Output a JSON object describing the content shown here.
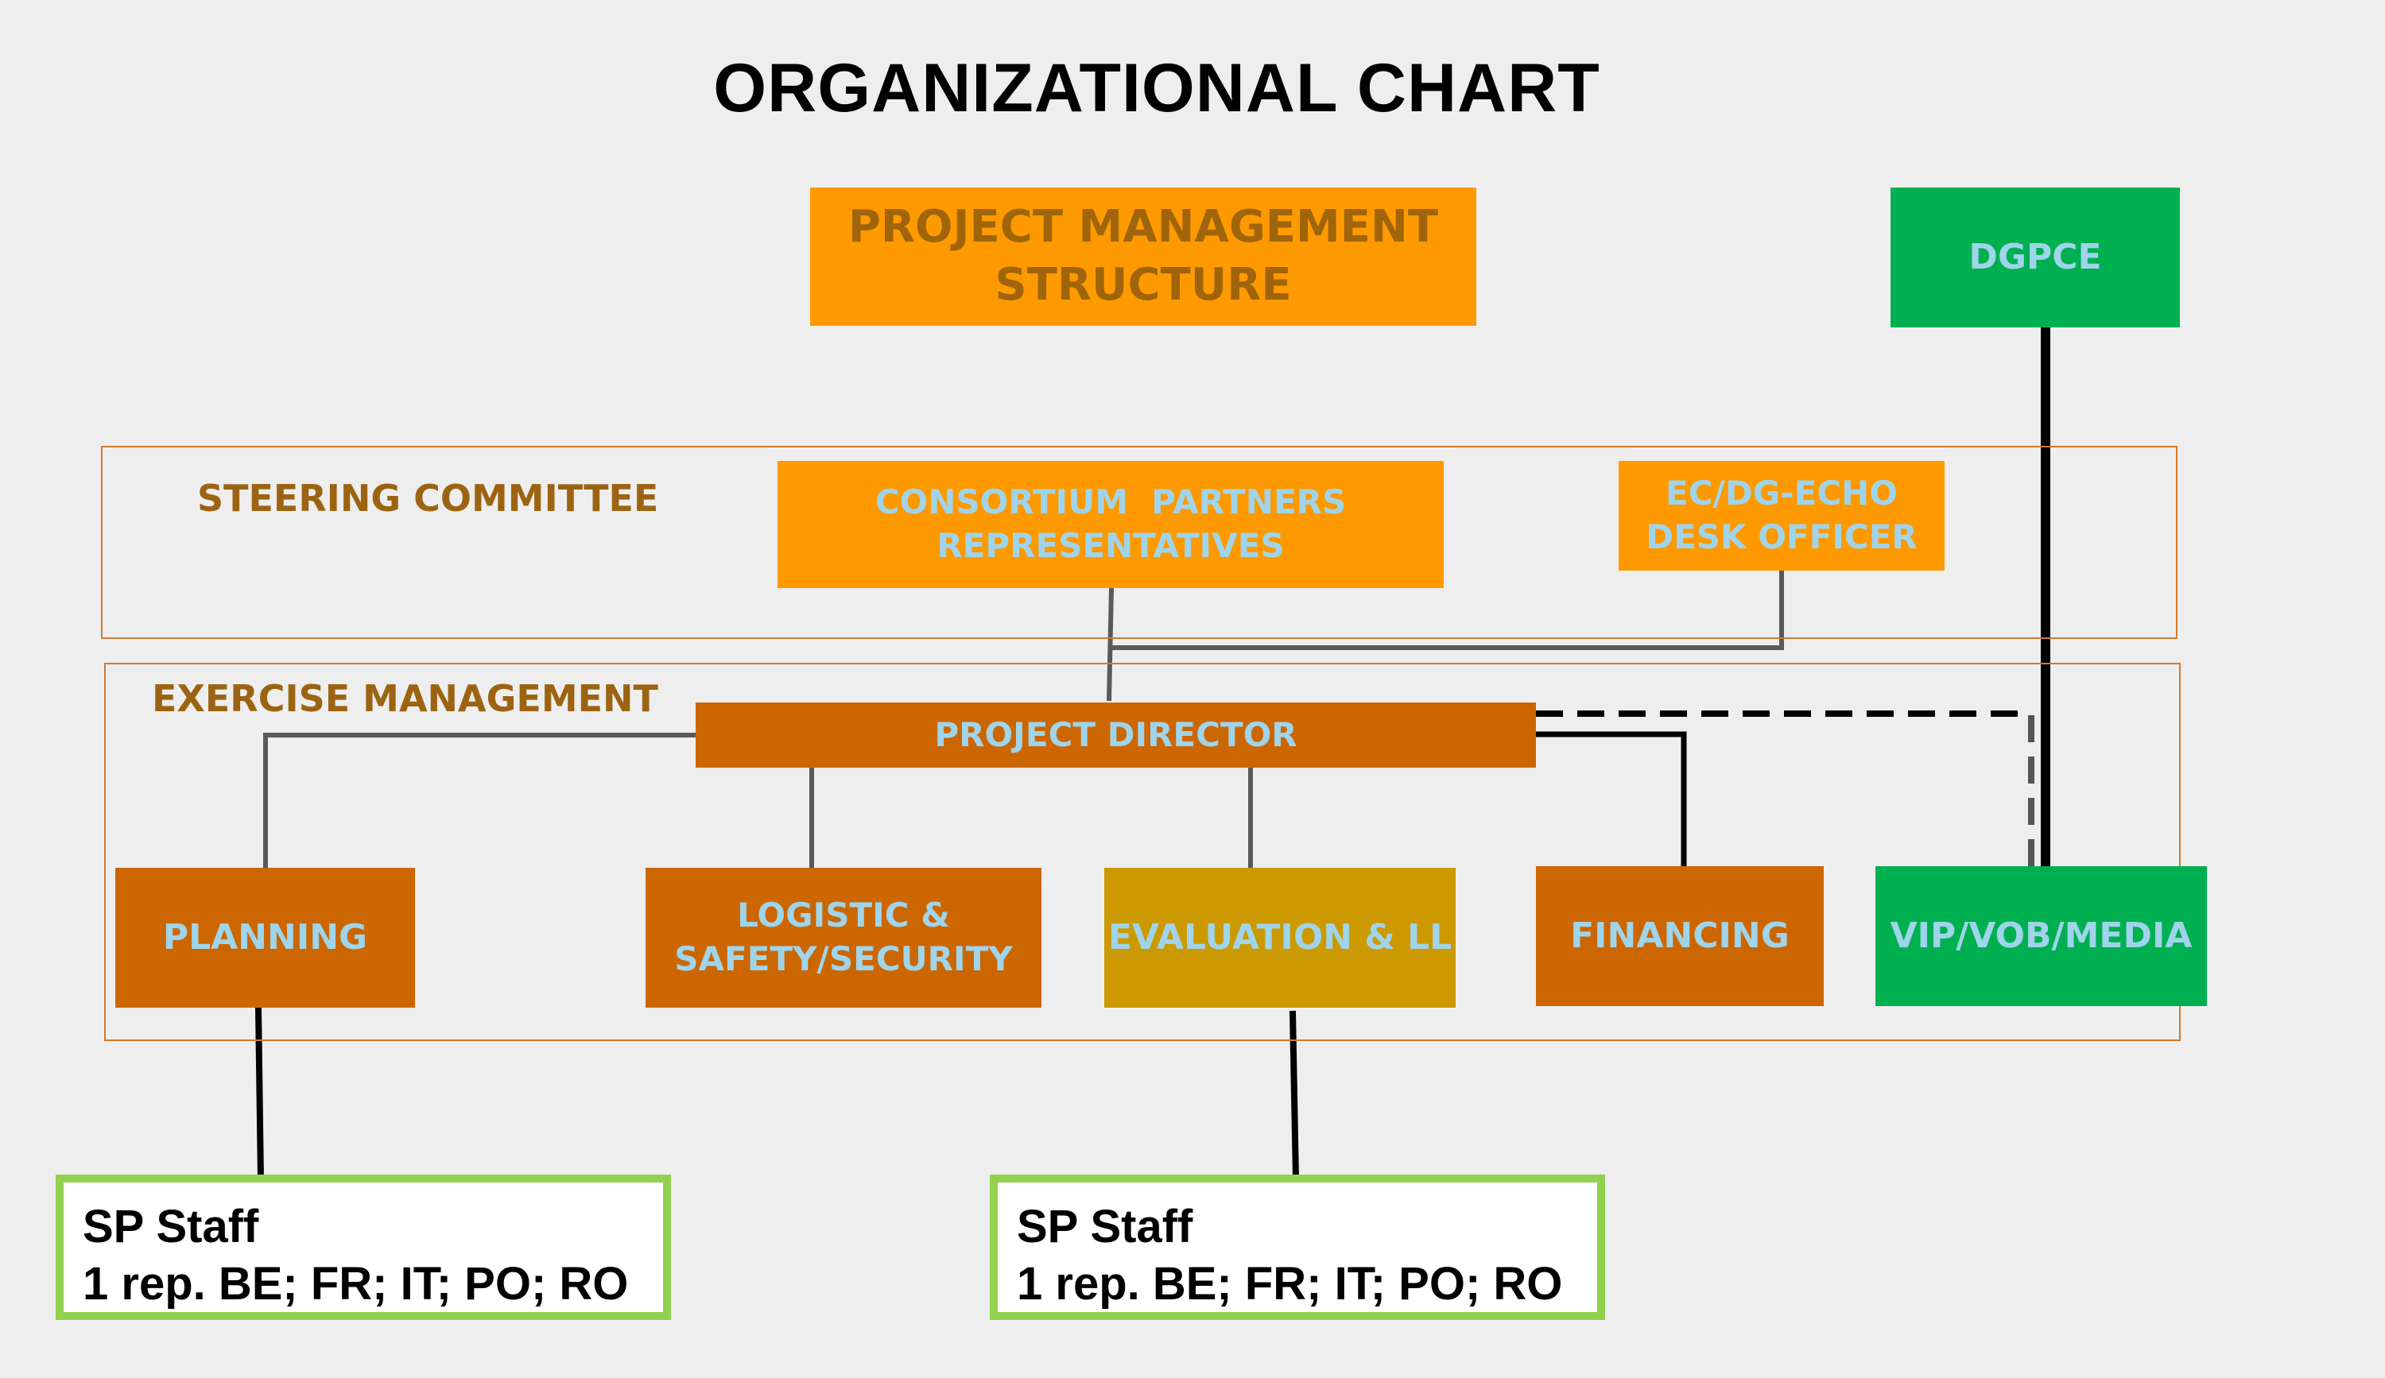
{
  "title": "ORGANIZATIONAL CHART",
  "colors": {
    "background": "#eeeeee",
    "orange": "#ff9900",
    "rust": "#cc6600",
    "gold": "#cc9900",
    "green": "#00b050",
    "light_green_border": "#92d050",
    "section_border": "#d07a30",
    "label_blue": "#9fd4ea",
    "label_brown": "#a0650a"
  },
  "header": {
    "pms": {
      "line1": "PROJECT MANAGEMENT",
      "line2": "STRUCTURE"
    },
    "dgpce": "DGPCE"
  },
  "steering": {
    "label": "STEERING COMMITTEE",
    "consortium": {
      "line1": "CONSORTIUM  PARTNERS",
      "line2": "REPRESENTATIVES"
    },
    "desk_officer": {
      "line1": "EC/DG-ECHO",
      "line2": "DESK OFFICER"
    }
  },
  "exercise": {
    "label": "EXERCISE MANAGEMENT",
    "director": "PROJECT DIRECTOR",
    "planning": "PLANNING",
    "logistic": {
      "line1": "LOGISTIC &",
      "line2": "SAFETY/SECURITY"
    },
    "evaluation": "EVALUATION & LL",
    "financing": "FINANCING",
    "vip": "VIP/VOB/MEDIA"
  },
  "staff": [
    {
      "line1": "SP Staff",
      "line2": "1 rep. BE; FR; IT; PO; RO"
    },
    {
      "line1": "SP Staff",
      "line2": "1 rep. BE; FR; IT; PO; RO"
    }
  ]
}
